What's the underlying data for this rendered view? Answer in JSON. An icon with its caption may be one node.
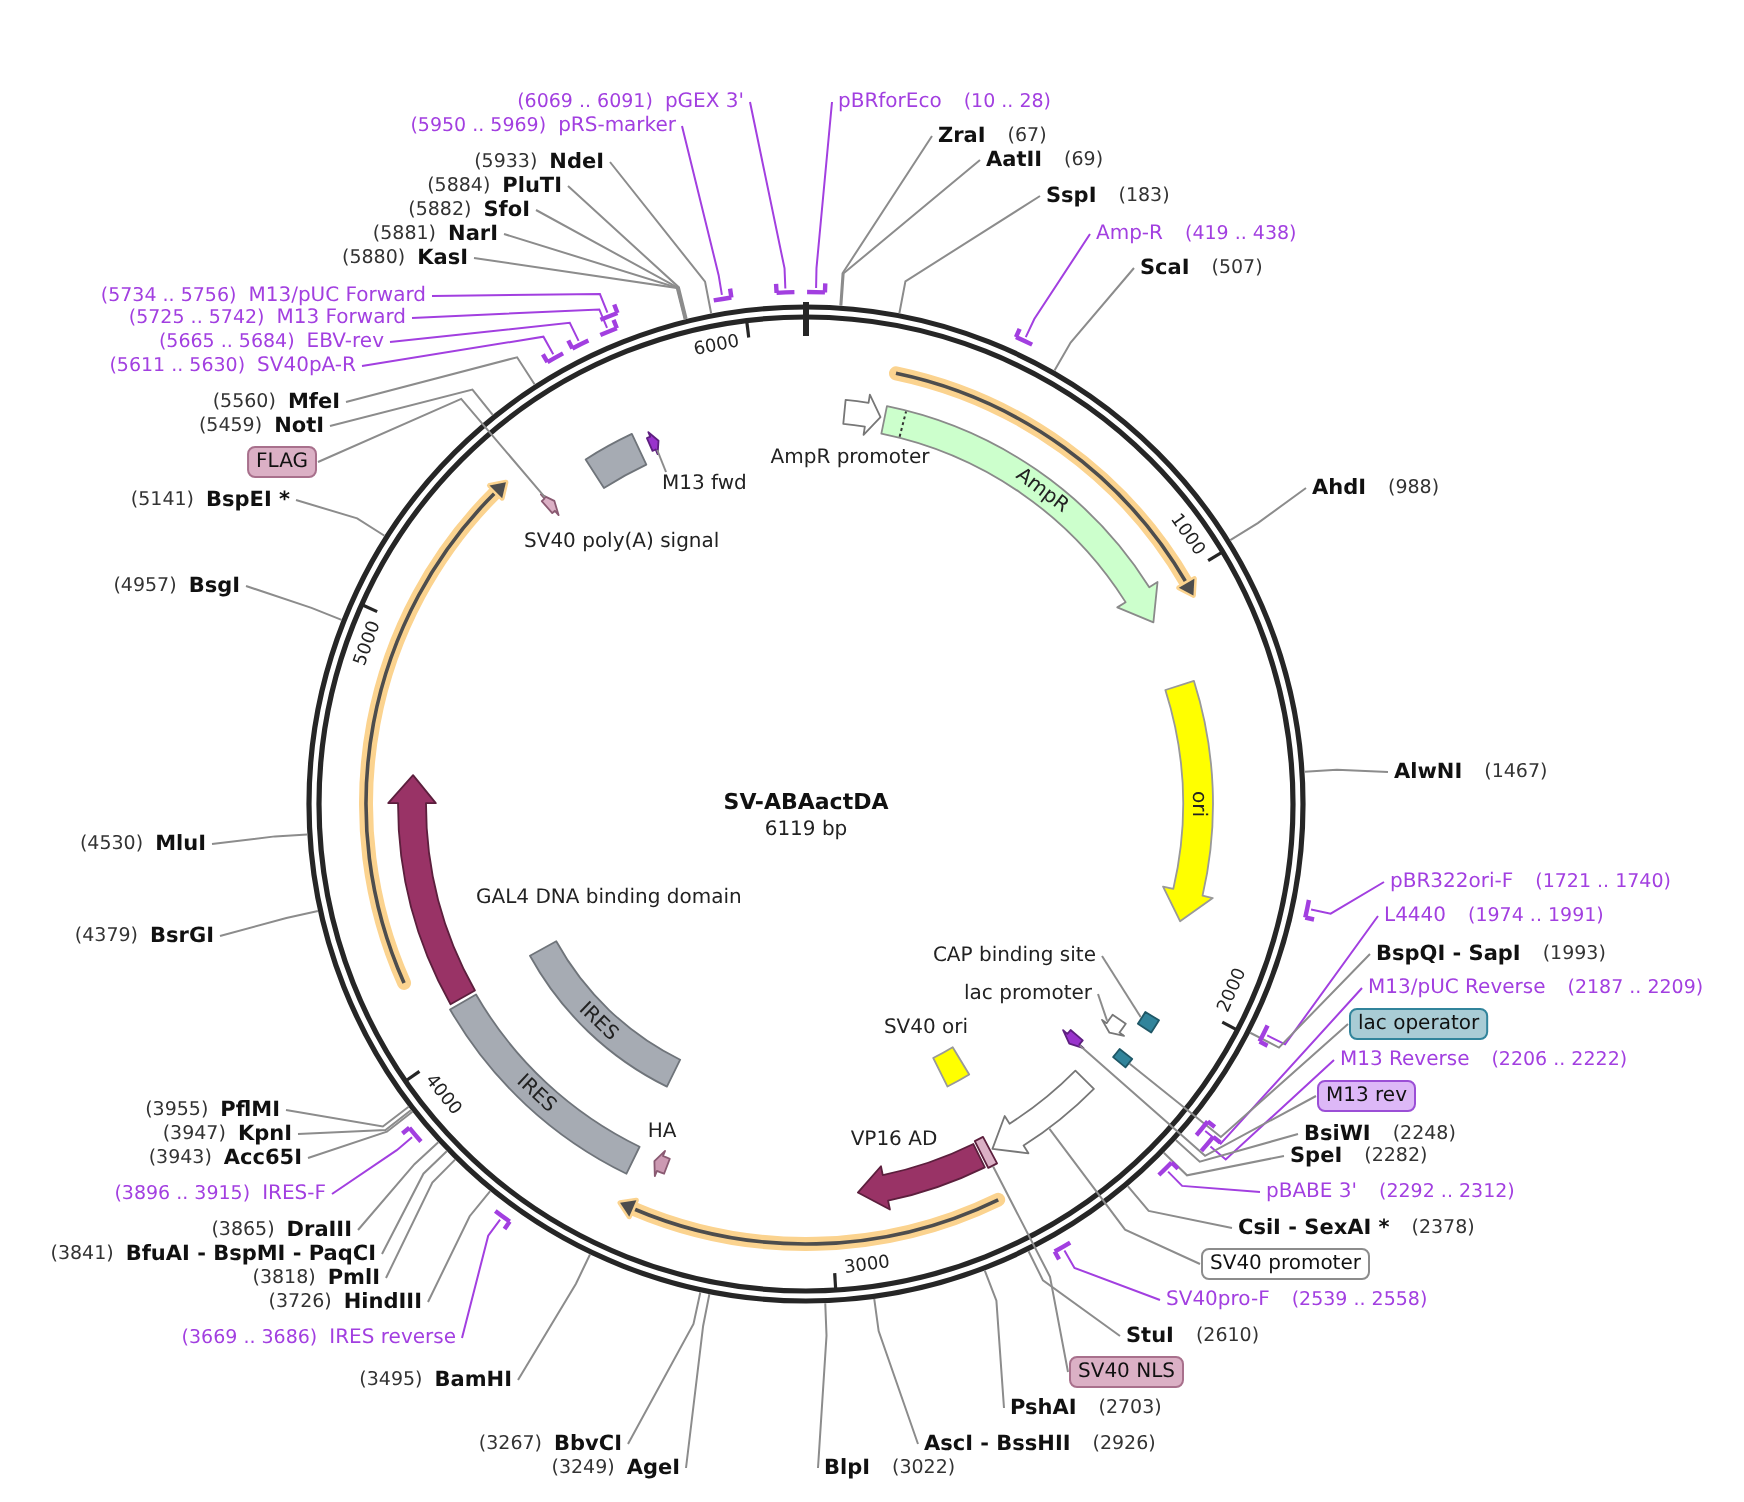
{
  "diagram": {
    "title": "SV-ABAactDA",
    "nodes": [
      {
        "text": [],
        "shape": "circle"
      },
      {
        "text": [
          "pBRforEco"
        ],
        "beside": [
          "(10 .. 28)"
        ]
      },
      {
        "text": [],
        "shape": "bar"
      },
      {
        "text": [
          "ZraI"
        ],
        "beside": [
          "(67)"
        ]
      },
      {
        "text": [
          "AatII"
        ],
        "beside": [
          "(69)"
        ]
      },
      {
        "text": [
          "SspI"
        ],
        "beside": [
          "(183)"
        ]
      },
      {
        "text": [
          "Amp-R"
        ],
        "beside": [
          "(419 .. 438)"
        ]
      },
      {
        "text": [],
        "shape": "bar"
      },
      {
        "text": [
          "ScaI"
        ],
        "beside": [
          "(507)"
        ]
      },
      {
        "text": [
          "AhdI"
        ],
        "beside": [
          "(988)"
        ]
      },
      {
        "text": [
          "AlwNI"
        ],
        "beside": [
          "(1467)"
        ]
      },
      {
        "text": [
          "pBR322ori-F"
        ],
        "beside": [
          "(1721 .. 1740)"
        ]
      },
      {
        "text": [],
        "shape": "bar"
      },
      {
        "text": [
          "L4440"
        ],
        "beside": [
          "(1974 .. 1991)"
        ]
      },
      {
        "text": [],
        "shape": "bar"
      },
      {
        "text": [
          "BspQI - SapI"
        ],
        "beside": [
          "(1993)"
        ]
      },
      {
        "text": [
          "M13/pUC Reverse"
        ],
        "beside": [
          "(2187 .. 2209)"
        ]
      },
      {
        "text": [],
        "shape": "bar"
      },
      {
        "text": [
          "lac operator"
        ]
      },
      {
        "text": [],
        "shape": "box",
        "in": 0
      },
      {
        "text": [
          "M13 Reverse"
        ],
        "beside": [
          "(2206 .. 2222)"
        ]
      },
      {
        "text": [],
        "shape": "bar"
      },
      {
        "text": [
          "M13 rev"
        ]
      },
      {
        "text": [],
        "shape": "arrow",
        "in": 0
      },
      {
        "text": [
          "BsiWI"
        ],
        "beside": [
          "(2248)"
        ]
      },
      {
        "text": [
          "SpeI"
        ],
        "beside": [
          "(2282)"
        ]
      },
      {
        "text": [
          "pBABE 3'"
        ],
        "beside": [
          "(2292 .. 2312)"
        ]
      },
      {
        "text": [],
        "shape": "bar"
      },
      {
        "text": [
          "CsiI - SexAI *"
        ],
        "beside": [
          "(2378)"
        ]
      },
      {
        "text": [
          "SV40 promoter"
        ]
      },
      {
        "text": [],
        "shape": "arrow",
        "in": 0
      },
      {
        "text": [
          "SV40pro-F"
        ],
        "beside": [
          "(2539 .. 2558)"
        ]
      },
      {
        "text": [],
        "shape": "bar"
      },
      {
        "text": [
          "StuI"
        ],
        "beside": [
          "(2610)"
        ]
      },
      {
        "text": [
          "SV40 NLS"
        ]
      },
      {
        "text": [],
        "shape": "box",
        "in": 0
      },
      {
        "text": [
          "PshAI"
        ],
        "beside": [
          "(2703)"
        ]
      },
      {
        "text": [
          "AscI - BssHII"
        ],
        "beside": [
          "(2926)"
        ]
      },
      {
        "text": [
          "BlpI"
        ],
        "beside": [
          "(3022)"
        ]
      },
      {
        "text": [
          "AgeI"
        ],
        "beside": [
          "(3249)"
        ]
      },
      {
        "text": [
          "BbvCI"
        ],
        "beside": [
          "(3267)"
        ]
      },
      {
        "text": [
          "BamHI"
        ],
        "beside": [
          "(3495)"
        ]
      },
      {
        "text": [
          "IRES reverse"
        ],
        "beside": [
          "(3669 .. 3686)"
        ]
      },
      {
        "text": [],
        "shape": "bar"
      },
      {
        "text": [
          "HindIII"
        ],
        "beside": [
          "(3726)"
        ]
      },
      {
        "text": [
          "PmlI"
        ],
        "beside": [
          "(3818)"
        ]
      },
      {
        "text": [
          "BfuAI - BspMI - PaqCI"
        ],
        "beside": [
          "(3841)"
        ]
      },
      {
        "text": [
          "DraIII"
        ],
        "beside": [
          "(3865)"
        ]
      },
      {
        "text": [
          "IRES-F"
        ],
        "beside": [
          "(3896 .. 3915)"
        ]
      },
      {
        "text": [],
        "shape": "bar"
      },
      {
        "text": [
          "Acc65I"
        ],
        "beside": [
          "(3943)"
        ]
      },
      {
        "text": [
          "KpnI"
        ],
        "beside": [
          "(3947)"
        ]
      },
      {
        "text": [
          "PflMI"
        ],
        "beside": [
          "(3955)"
        ]
      },
      {
        "text": [
          "BsrGI"
        ],
        "beside": [
          "(4379)"
        ]
      },
      {
        "text": [
          "MluI"
        ],
        "beside": [
          "(4530)"
        ]
      },
      {
        "text": [
          "BsgI"
        ],
        "beside": [
          "(4957)"
        ]
      },
      {
        "text": [
          "BspEI *"
        ],
        "beside": [
          "(5141)"
        ]
      },
      {
        "text": [
          "NotI"
        ],
        "beside": [
          "(5459)"
        ]
      },
      {
        "text": [
          "FLAG"
        ]
      },
      {
        "text": [],
        "shape": "arrow",
        "in": 0
      },
      {
        "text": [
          "MfeI"
        ],
        "beside": [
          "(5560)"
        ]
      },
      {
        "text": [
          "SV40pA-R"
        ],
        "beside": [
          "(5611 .. 5630)"
        ]
      },
      {
        "text": [],
        "shape": "bar"
      },
      {
        "text": [
          "EBV-rev"
        ],
        "beside": [
          "(5665 .. 5684)"
        ]
      },
      {
        "text": [],
        "shape": "bar"
      },
      {
        "text": [
          "M13 Forward"
        ],
        "beside": [
          "(5725 .. 5742)"
        ]
      },
      {
        "text": [],
        "shape": "bar"
      },
      {
        "text": [
          "M13/pUC Forward"
        ],
        "beside": [
          "(5734 .. 5756)"
        ]
      },
      {
        "text": [],
        "shape": "bar"
      },
      {
        "text": [
          "KasI"
        ],
        "beside": [
          "(5880)"
        ]
      },
      {
        "text": [
          "NarI"
        ],
        "beside": [
          "(5881)"
        ]
      },
      {
        "text": [
          "SfoI"
        ],
        "beside": [
          "(5882)"
        ]
      },
      {
        "text": [
          "PluTI"
        ],
        "beside": [
          "(5884)"
        ]
      },
      {
        "text": [
          "NdeI"
        ],
        "beside": [
          "(5933)"
        ]
      },
      {
        "text": [
          "pRS-marker"
        ],
        "beside": [
          "(5950 .. 5969)"
        ]
      },
      {
        "text": [],
        "shape": "bar"
      },
      {
        "text": [
          "pGEX 3'"
        ],
        "beside": [
          "(6069 .. 6091)"
        ]
      },
      {
        "text": [],
        "shape": "bar"
      },
      {
        "text": [
          "AmpR promoter"
        ],
        "in": 0
      },
      {
        "text": [
          "AmpR"
        ],
        "in": 0
      },
      {
        "text": [
          "ori"
        ],
        "in": 0
      },
      {
        "text": [
          "CAP binding site"
        ],
        "in": 0
      },
      {
        "text": [],
        "shape": "box",
        "in": 0
      },
      {
        "text": [
          "lac promoter"
        ],
        "in": 0
      },
      {
        "text": [],
        "shape": "arrow",
        "in": 0
      },
      {
        "text": [
          "SV40 ori"
        ],
        "in": 0
      },
      {
        "text": [
          "VP16 AD"
        ],
        "in": 0
      },
      {
        "text": [
          "HA"
        ],
        "in": 0
      },
      {
        "text": [
          "IRES"
        ],
        "in": 0
      },
      {
        "text": [
          "IRES"
        ],
        "in": 0
      },
      {
        "text": [
          "GAL4 DNA binding domain"
        ],
        "in": 0
      },
      {
        "text": [
          "SV40 poly(A) signal"
        ],
        "in": 0
      },
      {
        "text": [
          "M13 fwd"
        ],
        "in": 0
      },
      {
        "text": [],
        "shape": "arrow",
        "in": 0
      },
      {
        "text": [],
        "shape": "arrow",
        "in": 0
      },
      {
        "text": [],
        "shape": "arrow",
        "in": 0
      },
      {
        "text": [],
        "shape": "arrow",
        "in": 0
      }
    ],
    "edges": [
      {
        "from": 1,
        "to": 2,
        "arrow": "none",
        "color": "#a23fe0"
      },
      {
        "from": 3,
        "to": 0,
        "arrow": "none"
      },
      {
        "from": 4,
        "to": 0,
        "arrow": "none"
      },
      {
        "from": 5,
        "to": 0,
        "arrow": "none"
      },
      {
        "from": 6,
        "to": 7,
        "arrow": "none",
        "color": "#a23fe0"
      },
      {
        "from": 8,
        "to": 0,
        "arrow": "none"
      },
      {
        "from": 9,
        "to": 0,
        "arrow": "none"
      },
      {
        "from": 10,
        "to": 0,
        "arrow": "none"
      },
      {
        "from": 11,
        "to": 12,
        "arrow": "none",
        "color": "#a23fe0"
      },
      {
        "from": 13,
        "to": 14,
        "arrow": "none",
        "color": "#a23fe0"
      },
      {
        "from": 15,
        "to": 0,
        "arrow": "none"
      },
      {
        "from": 16,
        "to": 17,
        "arrow": "none",
        "color": "#a23fe0"
      },
      {
        "from": 18,
        "to": 19,
        "arrow": "none"
      },
      {
        "from": 20,
        "to": 21,
        "arrow": "none",
        "color": "#a23fe0"
      },
      {
        "from": 22,
        "to": 23,
        "arrow": "none"
      },
      {
        "from": 24,
        "to": 0,
        "arrow": "none"
      },
      {
        "from": 25,
        "to": 0,
        "arrow": "none"
      },
      {
        "from": 26,
        "to": 27,
        "arrow": "none",
        "color": "#a23fe0"
      },
      {
        "from": 28,
        "to": 0,
        "arrow": "none"
      },
      {
        "from": 29,
        "to": 30,
        "arrow": "none"
      },
      {
        "from": 31,
        "to": 32,
        "arrow": "none",
        "color": "#a23fe0"
      },
      {
        "from": 33,
        "to": 0,
        "arrow": "none"
      },
      {
        "from": 34,
        "to": 35,
        "arrow": "none"
      },
      {
        "from": 36,
        "to": 0,
        "arrow": "none"
      },
      {
        "from": 37,
        "to": 0,
        "arrow": "none"
      },
      {
        "from": 38,
        "to": 0,
        "arrow": "none"
      },
      {
        "from": 39,
        "to": 0,
        "arrow": "none"
      },
      {
        "from": 40,
        "to": 0,
        "arrow": "none"
      },
      {
        "from": 41,
        "to": 0,
        "arrow": "none"
      },
      {
        "from": 42,
        "to": 43,
        "arrow": "none",
        "color": "#a23fe0"
      },
      {
        "from": 44,
        "to": 0,
        "arrow": "none"
      },
      {
        "from": 45,
        "to": 0,
        "arrow": "none"
      },
      {
        "from": 46,
        "to": 0,
        "arrow": "none"
      },
      {
        "from": 47,
        "to": 0,
        "arrow": "none"
      },
      {
        "from": 48,
        "to": 49,
        "arrow": "none",
        "color": "#a23fe0"
      },
      {
        "from": 50,
        "to": 0,
        "arrow": "none"
      },
      {
        "from": 51,
        "to": 0,
        "arrow": "none"
      },
      {
        "from": 52,
        "to": 0,
        "arrow": "none"
      },
      {
        "from": 53,
        "to": 0,
        "arrow": "none"
      },
      {
        "from": 54,
        "to": 0,
        "arrow": "none"
      },
      {
        "from": 55,
        "to": 0,
        "arrow": "none"
      },
      {
        "from": 56,
        "to": 0,
        "arrow": "none"
      },
      {
        "from": 57,
        "to": 0,
        "arrow": "none"
      },
      {
        "from": 58,
        "to": 59,
        "arrow": "none"
      },
      {
        "from": 60,
        "to": 0,
        "arrow": "none"
      },
      {
        "from": 61,
        "to": 62,
        "arrow": "none",
        "color": "#a23fe0"
      },
      {
        "from": 63,
        "to": 64,
        "arrow": "none",
        "color": "#a23fe0"
      },
      {
        "from": 65,
        "to": 66,
        "arrow": "none",
        "color": "#a23fe0"
      },
      {
        "from": 67,
        "to": 68,
        "arrow": "none",
        "color": "#a23fe0"
      },
      {
        "from": 69,
        "to": 0,
        "arrow": "none"
      },
      {
        "from": 70,
        "to": 0,
        "arrow": "none"
      },
      {
        "from": 71,
        "to": 0,
        "arrow": "none"
      },
      {
        "from": 72,
        "to": 0,
        "arrow": "none"
      },
      {
        "from": 73,
        "to": 0,
        "arrow": "none"
      },
      {
        "from": 74,
        "to": 75,
        "arrow": "none",
        "color": "#a23fe0"
      },
      {
        "from": 76,
        "to": 77,
        "arrow": "none",
        "color": "#a23fe0"
      },
      {
        "from": 81,
        "to": 82,
        "arrow": "none"
      },
      {
        "from": 83,
        "to": 84,
        "arrow": "none"
      },
      {
        "from": 92,
        "to": 93,
        "arrow": "none"
      }
    ],
    "labels": [
      "6000",
      "1000",
      "5000",
      "6119 bp",
      "2000",
      "4000",
      "3000"
    ]
  }
}
